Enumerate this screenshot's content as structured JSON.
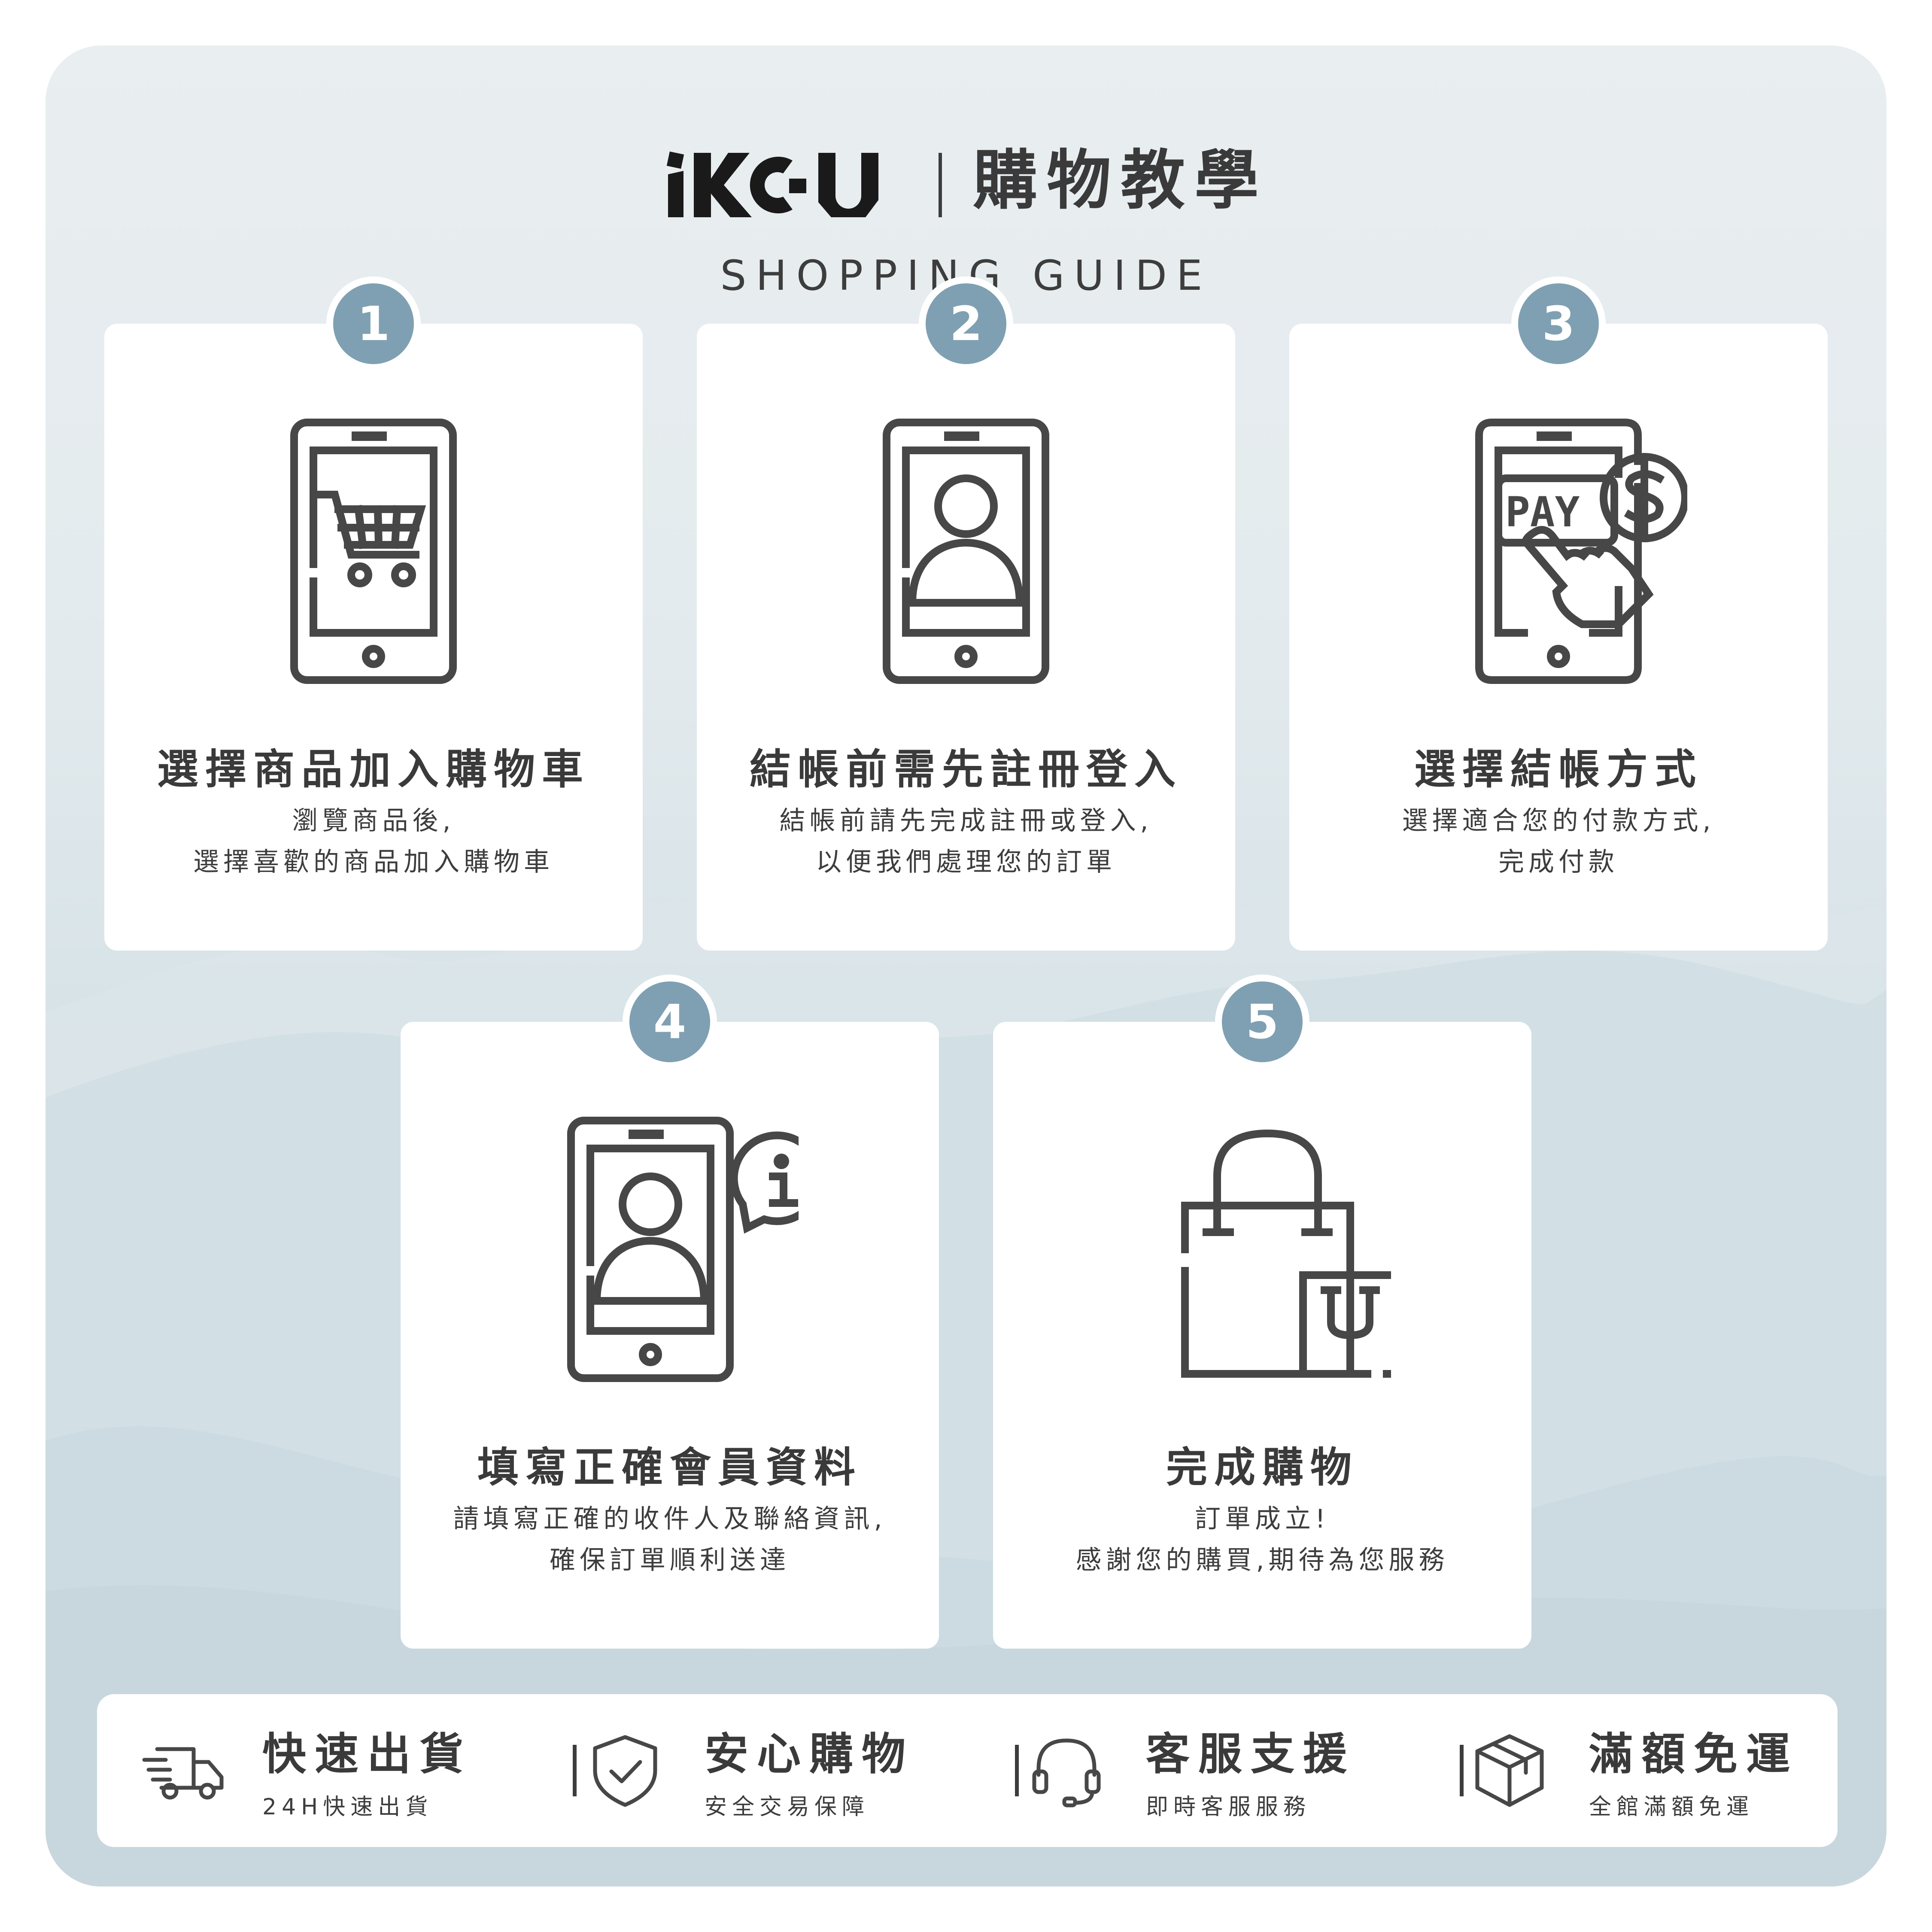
{
  "header": {
    "logo_text": "iKOU",
    "title": "購物教學",
    "subtitle": "SHOPPING GUIDE"
  },
  "steps": [
    {
      "number": "1",
      "icon": "phone-cart-icon",
      "title": "選擇商品加入購物車",
      "desc_line1": "瀏覽商品後,",
      "desc_line2": "選擇喜歡的商品加入購物車"
    },
    {
      "number": "2",
      "icon": "phone-user-icon",
      "title": "結帳前需先註冊登入",
      "desc_line1": "結帳前請先完成註冊或登入,",
      "desc_line2": "以便我們處理您的訂單"
    },
    {
      "number": "3",
      "icon": "phone-pay-icon",
      "pay_text": "PAY",
      "title": "選擇結帳方式",
      "desc_line1": "選擇適合您的付款方式,",
      "desc_line2": "完成付款"
    },
    {
      "number": "4",
      "icon": "phone-user-info-icon",
      "title": "填寫正確會員資料",
      "desc_line1": "請填寫正確的收件人及聯絡資訊,",
      "desc_line2": "確保訂單順利送達"
    },
    {
      "number": "5",
      "icon": "shopping-bags-icon",
      "title": "完成購物",
      "desc_line1": "訂單成立!",
      "desc_line2": "感謝您的購買,期待為您服務"
    }
  ],
  "features": [
    {
      "icon": "delivery-truck-icon",
      "title": "快速出貨",
      "subtitle": "24H快速出貨"
    },
    {
      "icon": "shield-check-icon",
      "title": "安心購物",
      "subtitle": "安全交易保障"
    },
    {
      "icon": "headset-icon",
      "title": "客服支援",
      "subtitle": "即時客服服務"
    },
    {
      "icon": "package-box-icon",
      "title": "滿額免運",
      "subtitle": "全館滿額免運"
    }
  ],
  "colors": {
    "badge": "#7fa0b2",
    "icon_stroke": "#474747",
    "text": "#3d3d3d",
    "card": "#ffffff",
    "background": "#e4ebee"
  }
}
